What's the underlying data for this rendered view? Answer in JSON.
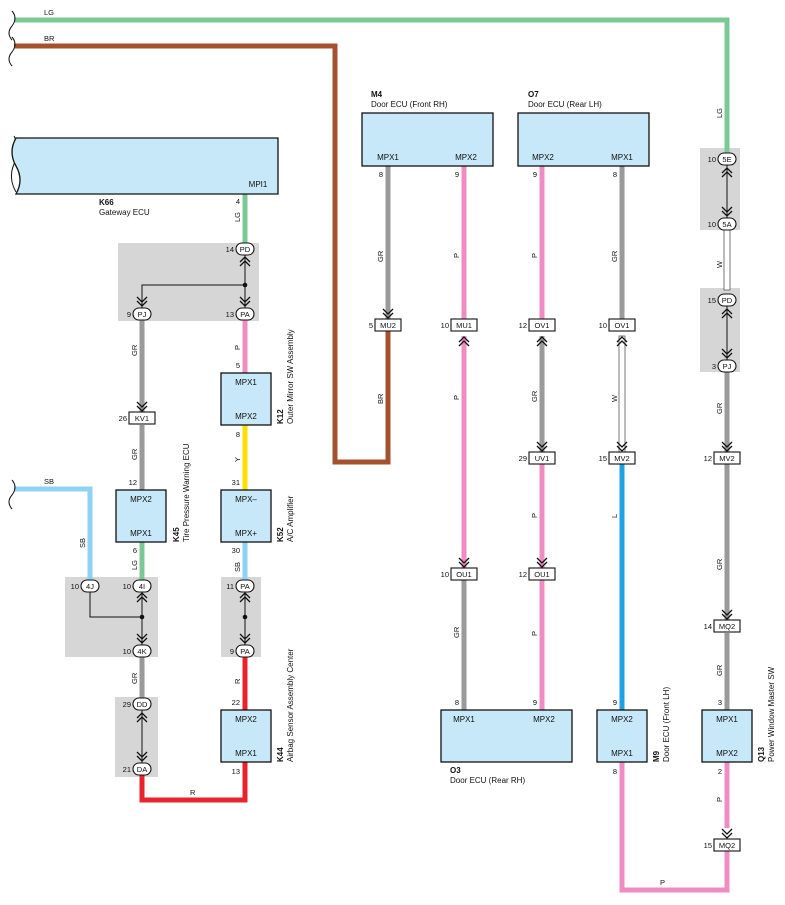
{
  "colors": {
    "LG": "#7cc895",
    "BR": "#a5512e",
    "GR": "#9a9a9a",
    "P": "#ef8cc1",
    "Y": "#fce100",
    "SB": "#8fd2f4",
    "R": "#e8232b",
    "L": "#1ea3e2",
    "W": "#ffffff",
    "ecu_fill": "#c7e8f8",
    "junction_fill": "#d6d6d6"
  },
  "ecus": [
    {
      "id": "K66",
      "name": "Gateway ECU",
      "ports": [
        "MPI1"
      ]
    },
    {
      "id": "M4",
      "name": "Door ECU (Front RH)",
      "ports": [
        "MPX1",
        "MPX2"
      ]
    },
    {
      "id": "O7",
      "name": "Door ECU (Rear LH)",
      "ports": [
        "MPX2",
        "MPX1"
      ]
    },
    {
      "id": "K12",
      "name": "Outer Mirror SW Assembly",
      "ports": [
        "MPX1",
        "MPX2"
      ]
    },
    {
      "id": "K45",
      "name": "Tire Pressure Warning ECU",
      "ports": [
        "MPX2",
        "MPX1"
      ]
    },
    {
      "id": "K52",
      "name": "A/C Amplifier",
      "ports": [
        "MPX–",
        "MPX+"
      ]
    },
    {
      "id": "K44",
      "name": "Airbag Sensor Assembly Center",
      "ports": [
        "MPX2",
        "MPX1"
      ]
    },
    {
      "id": "O3",
      "name": "Door ECU (Rear RH)",
      "ports": [
        "MPX1",
        "MPX2"
      ]
    },
    {
      "id": "M9",
      "name": "Door ECU (Front LH)",
      "ports": [
        "MPX2",
        "MPX1"
      ]
    },
    {
      "id": "Q13",
      "name": "Power Window Master SW",
      "ports": [
        "MPX1",
        "MPX2"
      ]
    }
  ],
  "wire_labels": {
    "lg_top": "LG",
    "br_top": "BR",
    "lg_right": "LG",
    "sb_left": "SB",
    "k66_lg": "LG",
    "pj_gr": "GR",
    "kv1_gr": "GR",
    "k45_lg": "LG",
    "sb_vert": "SB",
    "k4_gr": "GR",
    "pa_p": "P",
    "k12_y": "Y",
    "k52_sb": "SB",
    "pa_r": "R",
    "bottom_r": "R",
    "m4_gr": "GR",
    "mu2_br": "BR",
    "mu1_p_up": "P",
    "mu1_p_dn": "P",
    "o3_gr": "GR",
    "o7_p": "P",
    "ov1_gr": "GR",
    "uv1_p": "P",
    "ou1_p": "P",
    "o7_gr": "GR",
    "ov1b_w": "W",
    "mv2_l": "L",
    "q_w": "W",
    "q_gr1": "GR",
    "q_gr2": "GR",
    "q_gr3": "GR",
    "q_p": "P",
    "bottom_p": "P"
  },
  "pins": {
    "k66": "4",
    "pd14": "14",
    "pj9": "9",
    "pa13": "13",
    "k12_5": "5",
    "k12_8": "8",
    "kv1_26": "26",
    "k45_12": "12",
    "k45_6": "6",
    "k52_31": "31",
    "k52_30": "30",
    "j4j_10": "10",
    "j4i_10": "10",
    "j4k_10": "10",
    "pa11": "11",
    "pa9": "9",
    "dd29": "29",
    "da21": "21",
    "k44_22": "22",
    "k44_13": "13",
    "m4_8": "8",
    "m4_9": "9",
    "mu2_5": "5",
    "mu1_10": "10",
    "ou1_10": "10",
    "o3_8": "8",
    "o3_9": "9",
    "o7_9": "9",
    "o7_8": "8",
    "ov1_12": "12",
    "ov1b_10": "10",
    "uv1_29": "29",
    "mv2_15": "15",
    "ou1_12": "12",
    "m9_9": "9",
    "m9_8": "8",
    "q5e_10": "10",
    "q5a_10": "10",
    "qpd_15": "15",
    "qpj_3": "3",
    "qmv2_12": "12",
    "qmq2_14": "14",
    "q13_3": "3",
    "q13_2": "2",
    "qmq2b_15": "15"
  },
  "connectors": {
    "pd": "PD",
    "pj": "PJ",
    "pa": "PA",
    "kv1": "KV1",
    "j4j": "4J",
    "j4i": "4I",
    "j4k": "4K",
    "pa2": "PA",
    "pa3": "PA",
    "dd": "DD",
    "da": "DA",
    "mu2": "MU2",
    "mu1": "MU1",
    "ou1a": "OU1",
    "ov1a": "OV1",
    "uv1": "UV1",
    "ou1b": "OU1",
    "ov1b": "OV1",
    "mv2a": "MV2",
    "c5e": "5E",
    "c5a": "5A",
    "pd2": "PD",
    "pj2": "PJ",
    "mv2b": "MV2",
    "mq2a": "MQ2",
    "mq2b": "MQ2"
  }
}
